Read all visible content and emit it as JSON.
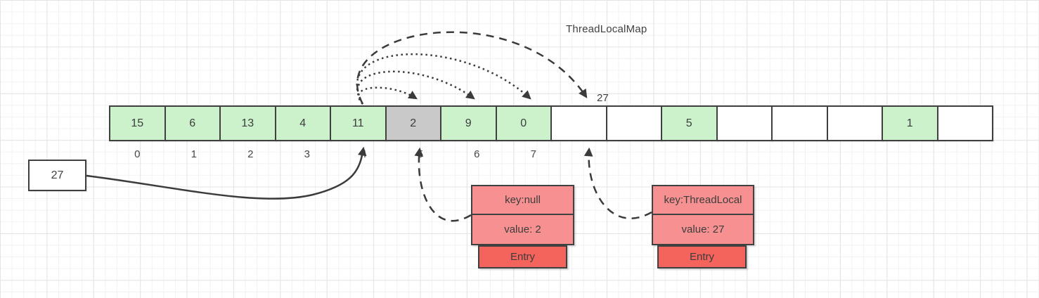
{
  "title": "ThreadLocalMap",
  "colors": {
    "cell_green": "#ccf2cc",
    "cell_gray": "#c9c9c9",
    "cell_white": "#ffffff",
    "entry_pink": "#f79191",
    "entry_red": "#f4645c",
    "border": "#404040",
    "line": "#3b3b3b"
  },
  "array": {
    "cells": [
      {
        "value": "15",
        "fill": "cell_green"
      },
      {
        "value": "6",
        "fill": "cell_green"
      },
      {
        "value": "13",
        "fill": "cell_green"
      },
      {
        "value": "4",
        "fill": "cell_green"
      },
      {
        "value": "11",
        "fill": "cell_green"
      },
      {
        "value": "2",
        "fill": "cell_gray"
      },
      {
        "value": "9",
        "fill": "cell_green"
      },
      {
        "value": "0",
        "fill": "cell_green"
      },
      {
        "value": "",
        "fill": "cell_white"
      },
      {
        "value": "",
        "fill": "cell_white"
      },
      {
        "value": "5",
        "fill": "cell_green"
      },
      {
        "value": "",
        "fill": "cell_white"
      },
      {
        "value": "",
        "fill": "cell_white"
      },
      {
        "value": "",
        "fill": "cell_white"
      },
      {
        "value": "1",
        "fill": "cell_green"
      },
      {
        "value": "",
        "fill": "cell_white"
      }
    ],
    "index_labels": [
      "0",
      "1",
      "2",
      "3",
      "4",
      "5",
      "6",
      "7"
    ]
  },
  "hash_label": "27",
  "value_box": {
    "label": "27"
  },
  "entries": [
    {
      "key": "key:null",
      "value": "value: 2",
      "tag": "Entry"
    },
    {
      "key": "key:ThreadLocal",
      "value": "value: 27",
      "tag": "Entry"
    }
  ]
}
